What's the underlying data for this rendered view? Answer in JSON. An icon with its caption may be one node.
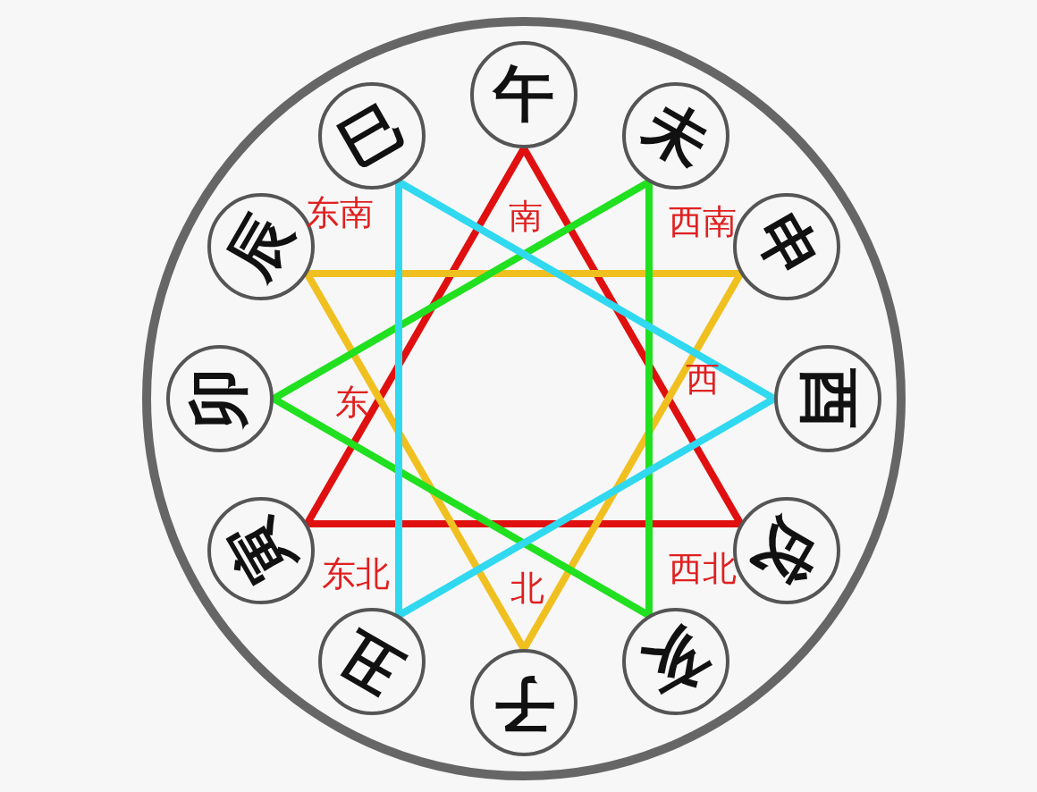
{
  "diagram": {
    "nodes": [
      {
        "text": [
          "午"
        ]
      },
      {
        "text": [
          "未"
        ]
      },
      {
        "text": [
          "申"
        ]
      },
      {
        "text": [
          "酉"
        ]
      },
      {
        "text": [
          "戌"
        ]
      },
      {
        "text": [
          "亥"
        ]
      },
      {
        "text": [
          "子"
        ]
      },
      {
        "text": [
          "丑"
        ]
      },
      {
        "text": [
          "寅"
        ]
      },
      {
        "text": [
          "卯"
        ]
      },
      {
        "text": [
          "辰"
        ]
      },
      {
        "text": [
          "巳"
        ]
      }
    ],
    "edges": [
      {
        "from": 0,
        "to": 8,
        "arrow": "none",
        "color": "#e01010"
      },
      {
        "from": 8,
        "to": 4,
        "arrow": "none",
        "color": "#e01010"
      },
      {
        "from": 4,
        "to": 0,
        "arrow": "none",
        "color": "#e01010"
      },
      {
        "from": 2,
        "to": 6,
        "arrow": "none",
        "color": "#f0c020"
      },
      {
        "from": 6,
        "to": 10,
        "arrow": "none",
        "color": "#f0c020"
      },
      {
        "from": 10,
        "to": 2,
        "arrow": "none",
        "color": "#f0c020"
      },
      {
        "from": 1,
        "to": 9,
        "arrow": "none",
        "color": "#20e020"
      },
      {
        "from": 9,
        "to": 5,
        "arrow": "none",
        "color": "#20e020"
      },
      {
        "from": 5,
        "to": 1,
        "arrow": "none",
        "color": "#20e020"
      },
      {
        "from": 11,
        "to": 3,
        "arrow": "none",
        "color": "#30d8f0"
      },
      {
        "from": 3,
        "to": 7,
        "arrow": "none",
        "color": "#30d8f0"
      },
      {
        "from": 7,
        "to": 11,
        "arrow": "none",
        "color": "#30d8f0"
      }
    ],
    "labels": [
      "东南",
      "南",
      "西南",
      "东",
      "西",
      "东北",
      "北",
      "西北"
    ]
  }
}
